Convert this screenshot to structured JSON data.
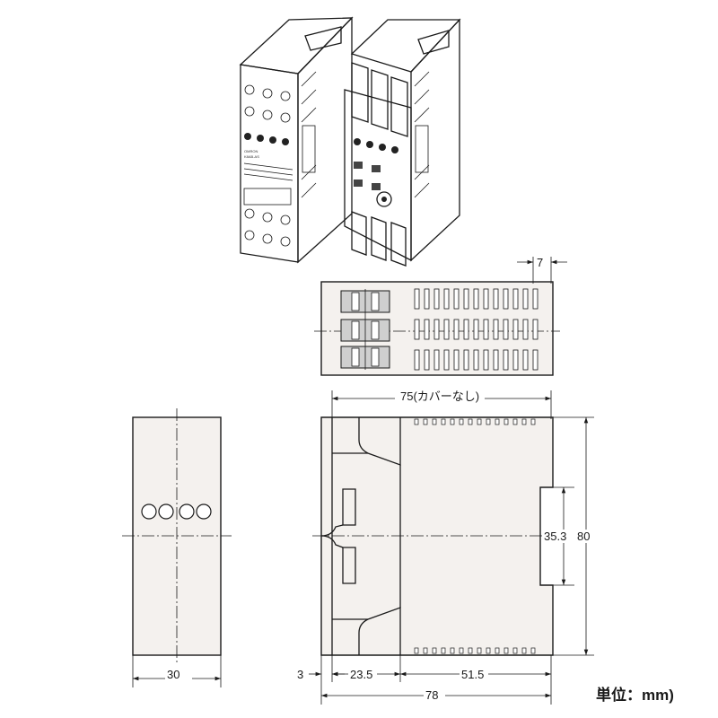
{
  "dimensions": {
    "front_width": "30",
    "top_slot_width": "7",
    "overall_length_no_cover": "75(カバーなし)",
    "rail_height": "35.3",
    "overall_height": "80",
    "flange_offset": "3",
    "terminal_section": "23.5",
    "body_section": "51.5",
    "overall_length": "78"
  },
  "unit_label": "単位：mm)",
  "product_labels": {
    "brand": "OMRON",
    "model": "K8AB-AS"
  }
}
